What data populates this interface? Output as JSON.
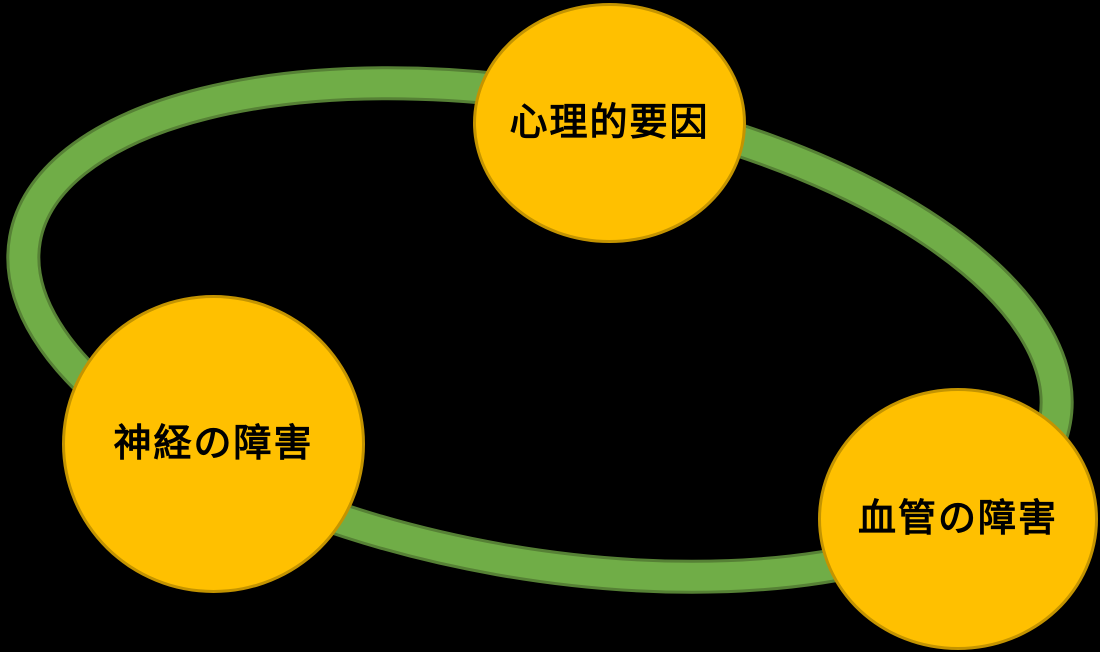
{
  "diagram": {
    "type": "cycle",
    "background": "#000000",
    "ring": {
      "shape": "rotated-ellipse",
      "color": "#70AD47",
      "edge_color": "#568135",
      "rotation_deg": 10
    },
    "node_style": {
      "fill": "#FFC000",
      "border": "#C49400",
      "text_color": "#000000"
    },
    "nodes": [
      {
        "id": "psychological-factors",
        "label": "心理的要因",
        "position": "top"
      },
      {
        "id": "nerve-disorder",
        "label": "神経の障害",
        "position": "left"
      },
      {
        "id": "vascular-disorder",
        "label": "血管の障害",
        "position": "bottom-right"
      }
    ]
  }
}
